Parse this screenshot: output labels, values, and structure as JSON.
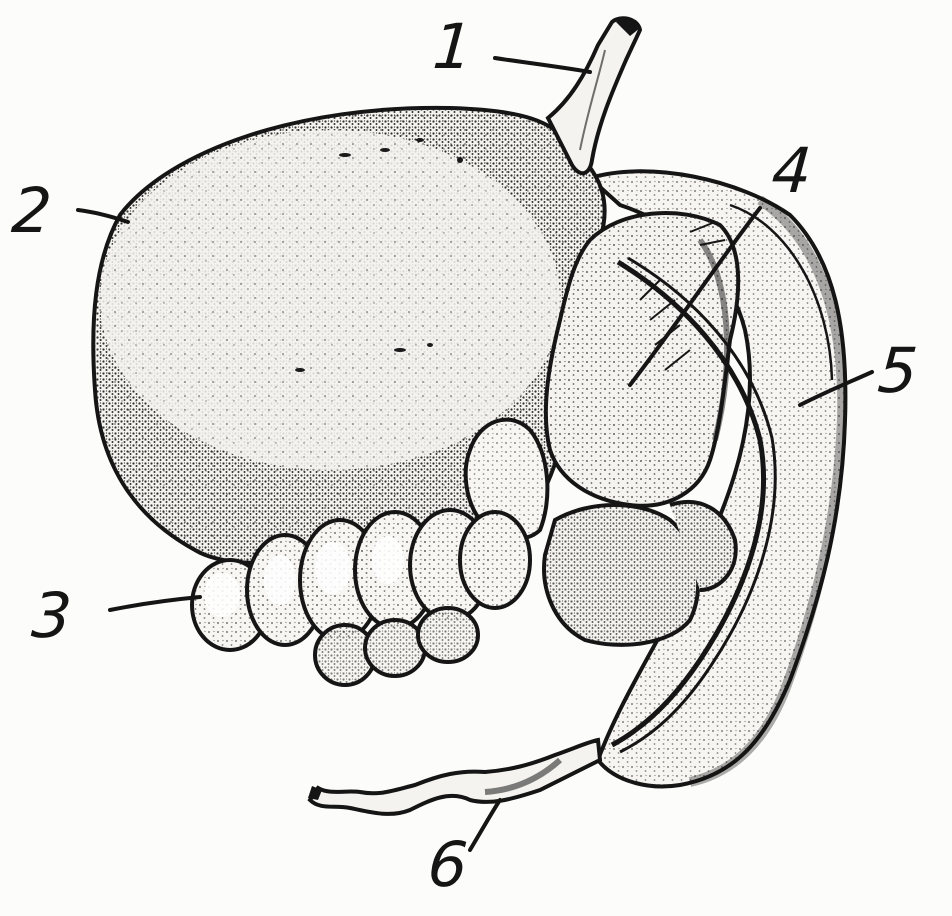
{
  "figure": {
    "callouts": [
      {
        "id": "1",
        "label": "1"
      },
      {
        "id": "2",
        "label": "2"
      },
      {
        "id": "3",
        "label": "3"
      },
      {
        "id": "4",
        "label": "4"
      },
      {
        "id": "5",
        "label": "5"
      },
      {
        "id": "6",
        "label": "6"
      }
    ],
    "colors": {
      "ink": "#151515",
      "paper": "#fcfcfa",
      "fill": "#f4f3ef"
    }
  }
}
